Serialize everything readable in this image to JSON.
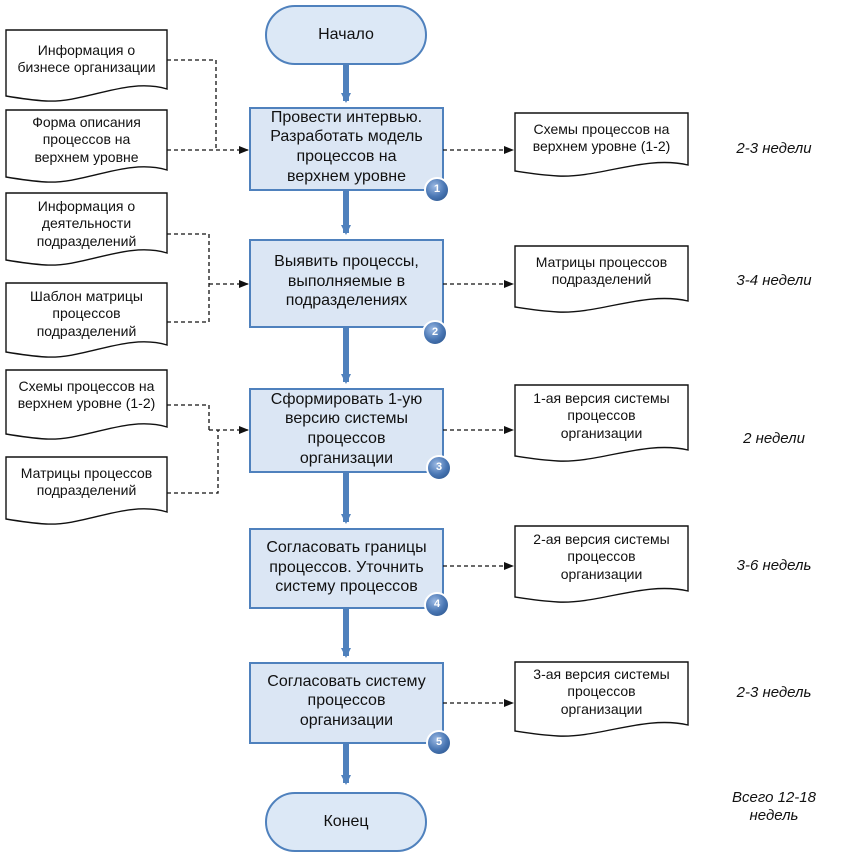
{
  "start": "Начало",
  "end": "Конец",
  "steps": [
    {
      "badge": "1",
      "text": "Провести интервью.\nРазработать модель\nпроцессов на\nверхнем уровне",
      "duration": "2-3 недели"
    },
    {
      "badge": "2",
      "text": "Выявить процессы,\nвыполняемые в\nподразделениях",
      "duration": "3-4 недели"
    },
    {
      "badge": "3",
      "text": "Сформировать 1-ую\nверсию системы\nпроцессов\nорганизации",
      "duration": "2 недели"
    },
    {
      "badge": "4",
      "text": "Согласовать границы\nпроцессов. Уточнить\nсистему процессов",
      "duration": "3-6 недель"
    },
    {
      "badge": "5",
      "text": "Согласовать систему\nпроцессов\nорганизации",
      "duration": "2-3 недель"
    }
  ],
  "inputs": [
    "Информация о\nбизнесе организации",
    "Форма описания\nпроцессов на\nверхнем уровне",
    "Информация о\nдеятельности\nподразделений",
    "Шаблон матрицы\nпроцессов\nподразделений",
    "Схемы процессов на\nверхнем уровне (1-2)",
    "Матрицы процессов\nподразделений"
  ],
  "outputs": [
    "Схемы процессов на\nверхнем уровне (1-2)",
    "Матрицы процессов\nподразделений",
    "1-ая версия системы\nпроцессов\nорганизации",
    "2-ая версия системы\nпроцессов\nорганизации",
    "3-ая версия системы\nпроцессов\nорганизации"
  ],
  "total": "Всего 12-18\nнедель",
  "colors": {
    "spine": "#4f81bd",
    "box_border": "#4f81bd",
    "box_fill": "#dbe6f4",
    "terminator_fill": "#dce8f6",
    "badge": "#4a77b4"
  }
}
